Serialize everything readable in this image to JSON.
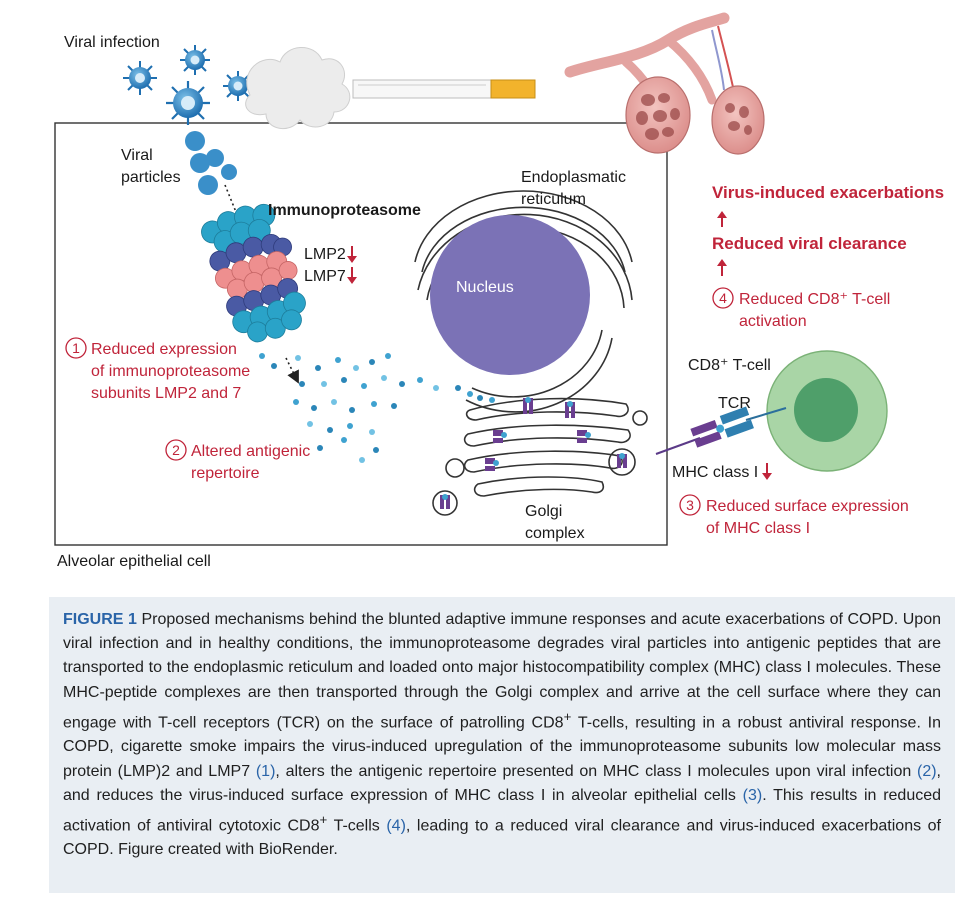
{
  "labels": {
    "viral_infection": "Viral infection",
    "viral_particles_1": "Viral",
    "viral_particles_2": "particles",
    "immunoproteasome": "Immunoproteasome",
    "lmp2": "LMP2",
    "lmp7": "LMP7",
    "er_1": "Endoplasmatic",
    "er_2": "reticulum",
    "nucleus": "Nucleus",
    "golgi_1": "Golgi",
    "golgi_2": "complex",
    "alveolar_cell": "Alveolar epithelial cell",
    "cd8_tcell": "CD8⁺ T-cell",
    "tcr": "TCR",
    "mhc_class_i": "MHC class I"
  },
  "steps": {
    "s1_num": "1",
    "s1_line1": "Reduced expression",
    "s1_line2": "of immunoproteasome",
    "s1_line3": "subunits LMP2 and 7",
    "s2_num": "2",
    "s2_line1": "Altered antigenic",
    "s2_line2": "repertoire",
    "s3_num": "3",
    "s3_line1": "Reduced surface expression",
    "s3_line2": "of MHC class I",
    "s4_num": "4",
    "s4_line1": "Reduced CD8⁺ T-cell",
    "s4_line2": "activation"
  },
  "outcomes": {
    "exacerbations": "Virus-induced exacerbations",
    "clearance": "Reduced viral clearance"
  },
  "caption": {
    "label": "FIGURE 1",
    "t1": " Proposed mechanisms behind the blunted adaptive immune responses and acute exacerbations of COPD. Upon viral infection and in healthy conditions, the immunoproteasome degrades viral particles into antigenic peptides that are transported to the endoplasmic reticulum and loaded onto major histocompatibility complex (MHC) class I molecules. These MHC-peptide complexes are then transported through the Golgi complex and arrive at the cell surface where they can engage with T-cell receptors (TCR) on the surface of patrolling CD8",
    "sup1": "+",
    "t2": " T-cells, resulting in a robust antiviral response. In COPD, cigarette smoke impairs the virus-induced upregulation of the immunoproteasome subunits low molecular mass protein (LMP)2 and LMP7 ",
    "ref1": "(1)",
    "t3": ", alters the antigenic repertoire presented on MHC class I molecules upon viral infection ",
    "ref2": "(2)",
    "t4": ", and reduces the virus-induced surface expression of MHC class I in alveolar epithelial cells ",
    "ref3": "(3)",
    "t5": ". This results in reduced activation of antiviral cytotoxic CD8",
    "sup2": "+",
    "t6": " T-cells ",
    "ref4": "(4)",
    "t7": ", leading to a reduced viral clearance and virus-induced exacerbations of COPD. Figure created with BioRender."
  },
  "colors": {
    "accent_red": "#c0243a",
    "caption_bg": "#e9eef3",
    "caption_blue": "#2a64a8",
    "nucleus": "#7b72b6",
    "virus_blue": "#3a8fc9",
    "tcell_green": "#a9d5a6"
  }
}
